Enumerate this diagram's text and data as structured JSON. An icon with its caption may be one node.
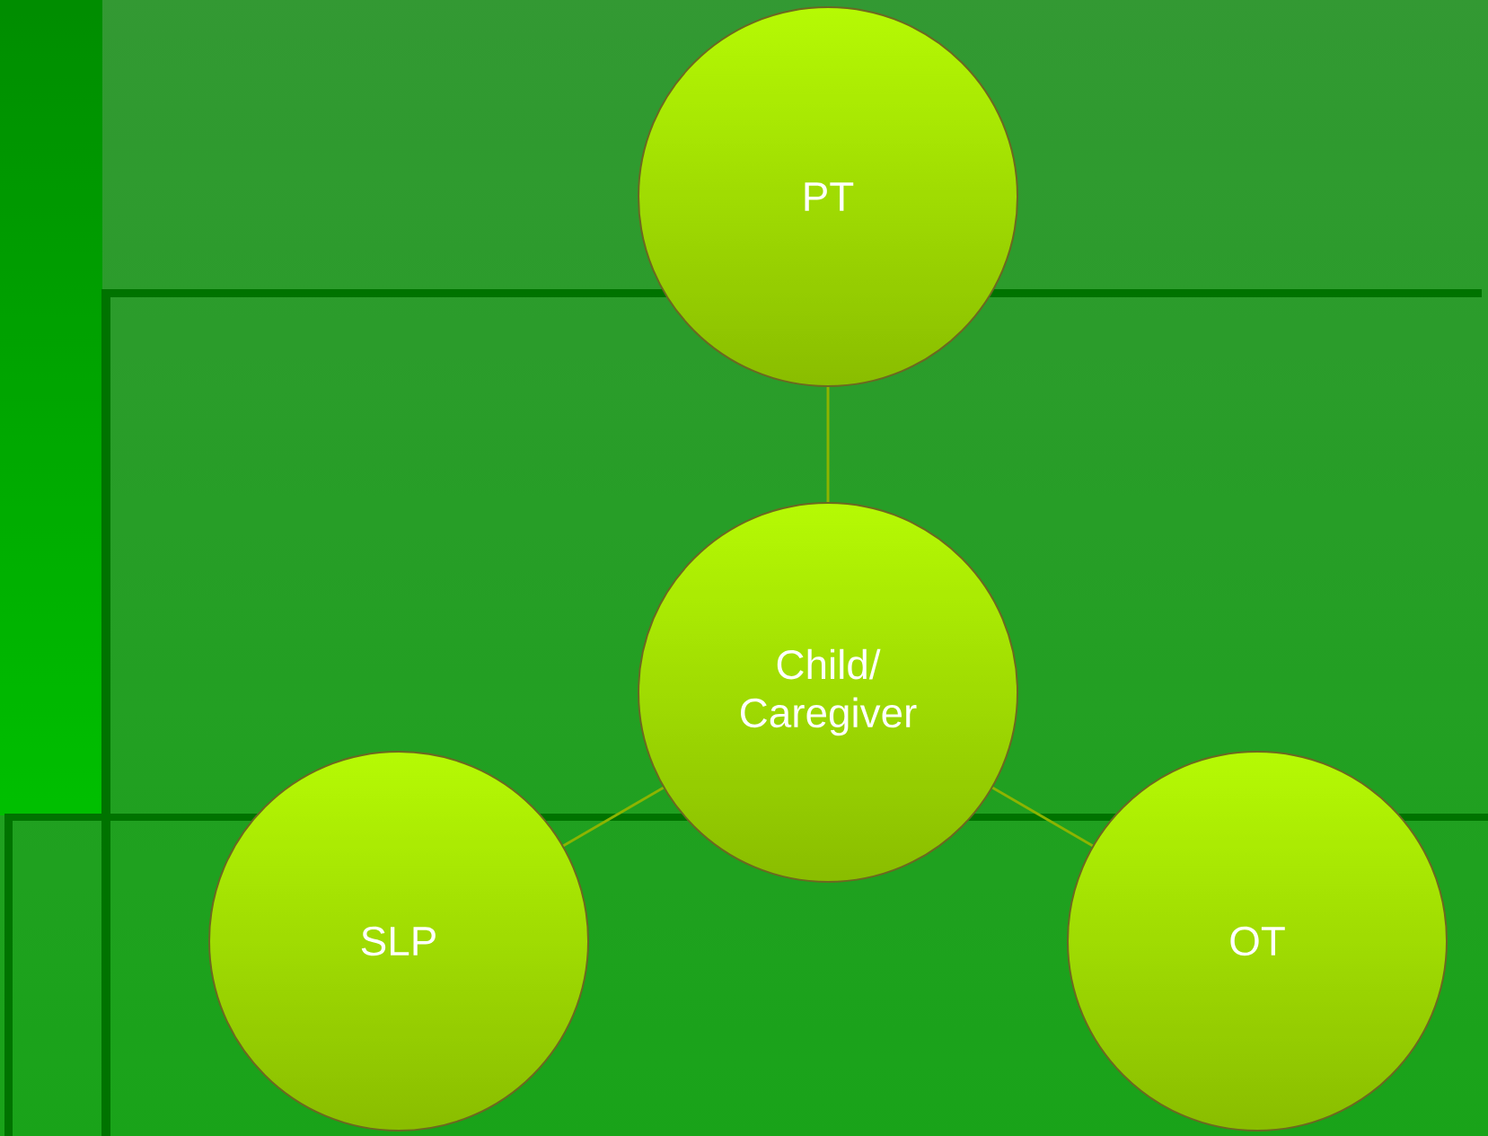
{
  "diagram": {
    "nodes": [
      {
        "text": [
          "PT"
        ]
      },
      {
        "text": [
          "Child/ Caregiver"
        ]
      },
      {
        "text": [
          "SLP"
        ]
      },
      {
        "text": [
          "OT"
        ]
      }
    ],
    "edges": [
      {
        "from": 0,
        "to": 1,
        "arrow": "none"
      },
      {
        "from": 1,
        "to": 2,
        "arrow": "none"
      },
      {
        "from": 1,
        "to": 3,
        "arrow": "none"
      }
    ]
  }
}
